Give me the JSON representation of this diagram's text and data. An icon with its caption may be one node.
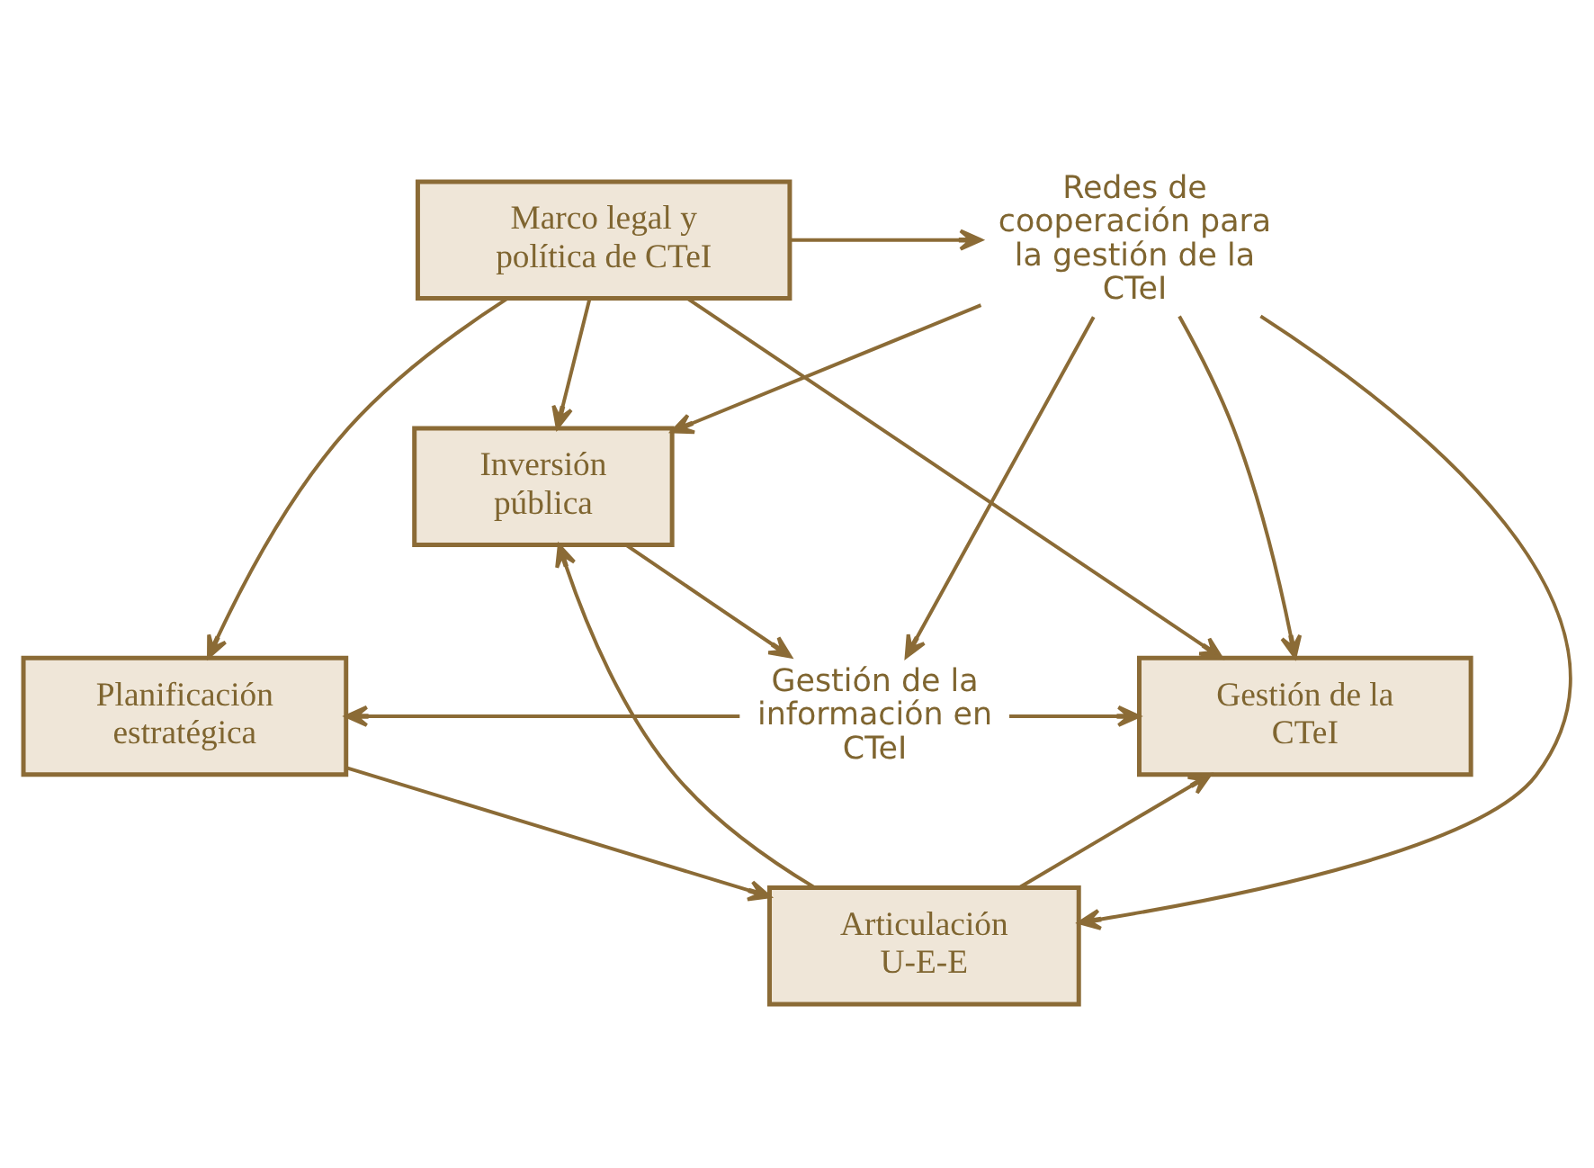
{
  "diagram": {
    "nodes": [
      {
        "text": [
          "Inversión pública"
        ]
      },
      {
        "text": [
          "Marco legal y política de CTeI"
        ]
      },
      {
        "text": [
          "Redes de cooperación para la gestión de la CTeI"
        ]
      },
      {
        "text": [
          "Planificación estratégica"
        ]
      },
      {
        "text": [
          "Gestión de la información en CTeI"
        ]
      },
      {
        "text": [
          "Gestión de la CTeI"
        ]
      },
      {
        "text": [
          "Articulación U-E-E"
        ]
      }
    ],
    "edges": [
      {
        "from": 1,
        "to": 0,
        "arrow": "to"
      },
      {
        "from": 1,
        "to": 2,
        "arrow": "to"
      },
      {
        "from": 1,
        "to": 5,
        "arrow": "to"
      },
      {
        "from": 1,
        "to": 3,
        "arrow": "to"
      },
      {
        "from": 2,
        "to": 0,
        "arrow": "to"
      },
      {
        "from": 2,
        "to": 4,
        "arrow": "to"
      },
      {
        "from": 2,
        "to": 5,
        "arrow": "to"
      },
      {
        "from": 2,
        "to": 6,
        "arrow": "to"
      },
      {
        "from": 0,
        "to": 4,
        "arrow": "to"
      },
      {
        "from": 6,
        "to": 0,
        "arrow": "to"
      },
      {
        "from": 4,
        "to": 3,
        "arrow": "to"
      },
      {
        "from": 4,
        "to": 5,
        "arrow": "to"
      },
      {
        "from": 3,
        "to": 6,
        "arrow": "to"
      },
      {
        "from": 6,
        "to": 5,
        "arrow": "to"
      }
    ]
  }
}
